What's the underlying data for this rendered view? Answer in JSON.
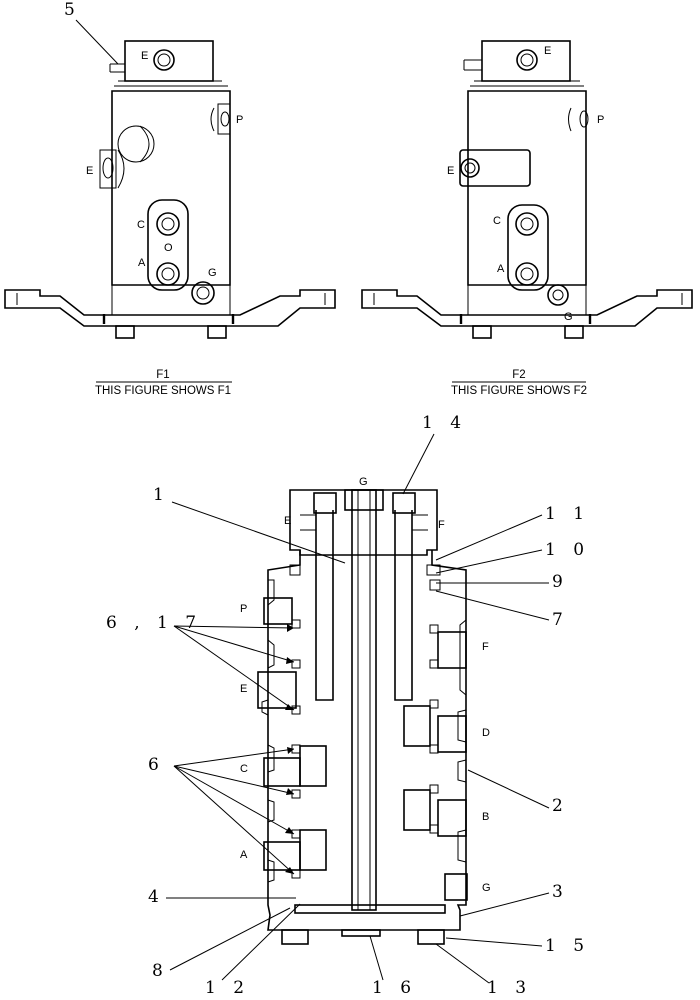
{
  "figure_f1": {
    "caption_code": "F1",
    "caption_text": "THIS FIGURE SHOWS  F1",
    "callout": "5",
    "ports": {
      "e_top": "E",
      "p": "P",
      "e_side": "E",
      "c": "C",
      "o": "O",
      "a": "A",
      "g": "G"
    }
  },
  "figure_f2": {
    "caption_code": "F2",
    "caption_text": "THIS FIGURE SHOWS  F2",
    "ports": {
      "e_top": "E",
      "p": "P",
      "e_side": "E",
      "c": "C",
      "a": "A",
      "g": "G"
    }
  },
  "section_view": {
    "ports": {
      "g": "G",
      "e_top": "E",
      "f_top": "F",
      "p": "P",
      "e": "E",
      "c": "C",
      "a": "A",
      "f": "F",
      "d": "D",
      "b": "B",
      "g_bottom": "G"
    },
    "callouts": {
      "c1": "1",
      "c14": "1 4",
      "c11": "1 1",
      "c10": "1 0",
      "c9": "9",
      "c7": "7",
      "c6_17": "6 ,   1 7",
      "c6": "6",
      "c2": "2",
      "c3": "3",
      "c4": "4",
      "c15": "1 5",
      "c8": "8",
      "c12": "1 2",
      "c16": "1 6",
      "c13": "1 3"
    }
  }
}
